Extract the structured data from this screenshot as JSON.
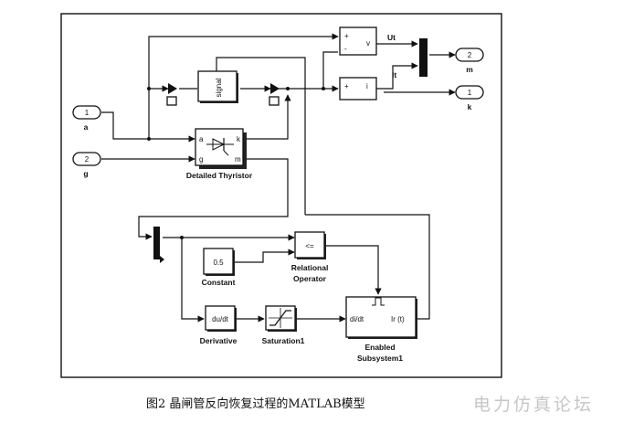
{
  "inports": [
    {
      "num": "1",
      "name": "a"
    },
    {
      "num": "2",
      "name": "g"
    }
  ],
  "outports": [
    {
      "num": "2",
      "name": "m"
    },
    {
      "num": "1",
      "name": "k"
    }
  ],
  "blocks": {
    "thyristor": {
      "label": "Detailed Thyristor",
      "ports": [
        "a",
        "g",
        "k",
        "m"
      ]
    },
    "voltage_meas": {
      "port": "v"
    },
    "current_meas": {
      "port": "i"
    },
    "signal_labels": {
      "ut": "Ut",
      "it": "It"
    },
    "signal_block": {
      "text": "signal"
    },
    "constant": {
      "value": "0.5",
      "label": "Constant"
    },
    "relational": {
      "op": "<=",
      "label_line1": "Relational",
      "label_line2": "Operator"
    },
    "derivative": {
      "text": "du/dt",
      "label": "Derivative"
    },
    "saturation": {
      "label": "Saturation1"
    },
    "subsystem": {
      "in_port": "di/dt",
      "out_port": "Ir (t)",
      "label_line1": "Enabled",
      "label_line2": "Subsystem1"
    }
  },
  "caption": "图2  晶闸管反向恢复过程的MATLAB模型",
  "watermark": "电力仿真论坛"
}
